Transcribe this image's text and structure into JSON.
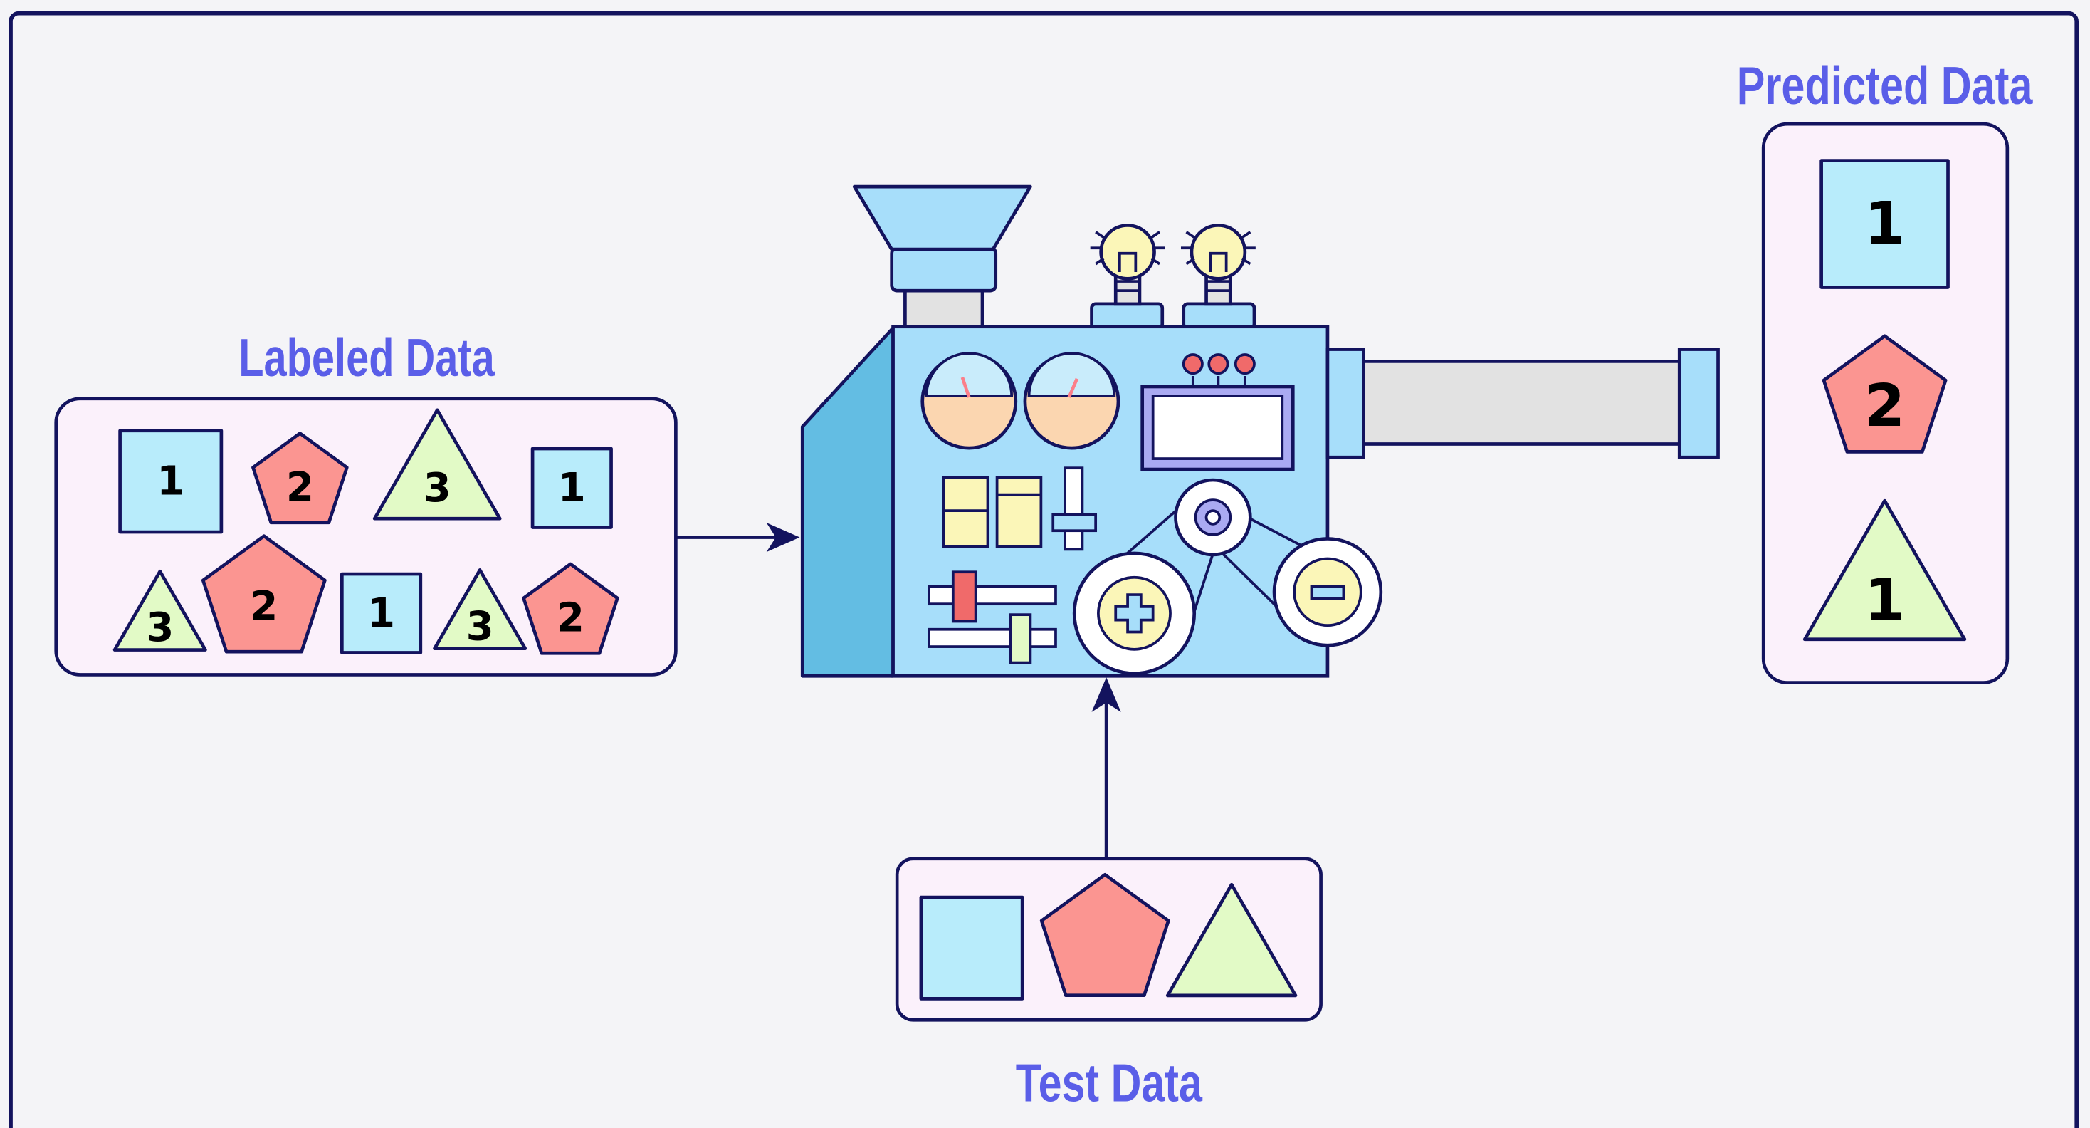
{
  "titles": {
    "labeled": "Labeled Data",
    "predicted": "Predicted Data",
    "test": "Test Data"
  },
  "labeled_items": [
    {
      "shape": "square",
      "label": "1"
    },
    {
      "shape": "pentagon",
      "label": "2"
    },
    {
      "shape": "triangle",
      "label": "3"
    },
    {
      "shape": "square",
      "label": "1"
    },
    {
      "shape": "triangle",
      "label": "3"
    },
    {
      "shape": "pentagon",
      "label": "2"
    },
    {
      "shape": "square",
      "label": "1"
    },
    {
      "shape": "triangle",
      "label": "3"
    },
    {
      "shape": "pentagon",
      "label": "2"
    }
  ],
  "predicted_items": [
    {
      "shape": "square",
      "label": "1"
    },
    {
      "shape": "pentagon",
      "label": "2"
    },
    {
      "shape": "triangle",
      "label": "1"
    }
  ],
  "test_items": [
    {
      "shape": "square"
    },
    {
      "shape": "pentagon"
    },
    {
      "shape": "triangle"
    }
  ],
  "colors": {
    "square": "#b8ecfb",
    "pentagon": "#fb9591",
    "triangle": "#e2fac6",
    "outline": "#13135e",
    "title": "#5a5ee8",
    "panel": "#fbf1fb",
    "machine": "#a7defa",
    "machine_side": "#63bde3",
    "background": "#f4f4f7"
  }
}
